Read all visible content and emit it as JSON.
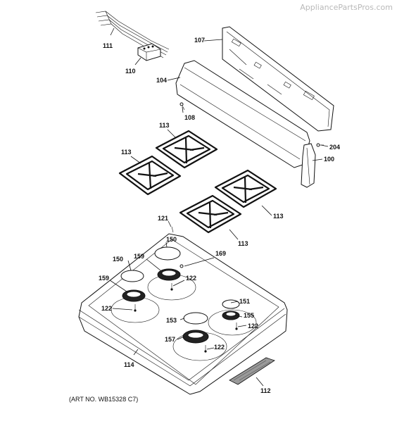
{
  "watermark": "AppliancePartsPros.com",
  "art_number": "(ART NO. WB15328 C7)",
  "callouts": {
    "c111": "111",
    "c110": "110",
    "c107": "107",
    "c104": "104",
    "c108": "108",
    "c204": "204",
    "c100": "100",
    "c113a": "113",
    "c113b": "113",
    "c113c": "113",
    "c113d": "113",
    "c121": "121",
    "c150a": "150",
    "c150b": "150",
    "c159a": "159",
    "c159b": "159",
    "c169": "169",
    "c122a": "122",
    "c122b": "122",
    "c122c": "122",
    "c122d": "122",
    "c151": "151",
    "c155": "155",
    "c153": "153",
    "c157": "157",
    "c114": "114",
    "c112": "112"
  }
}
